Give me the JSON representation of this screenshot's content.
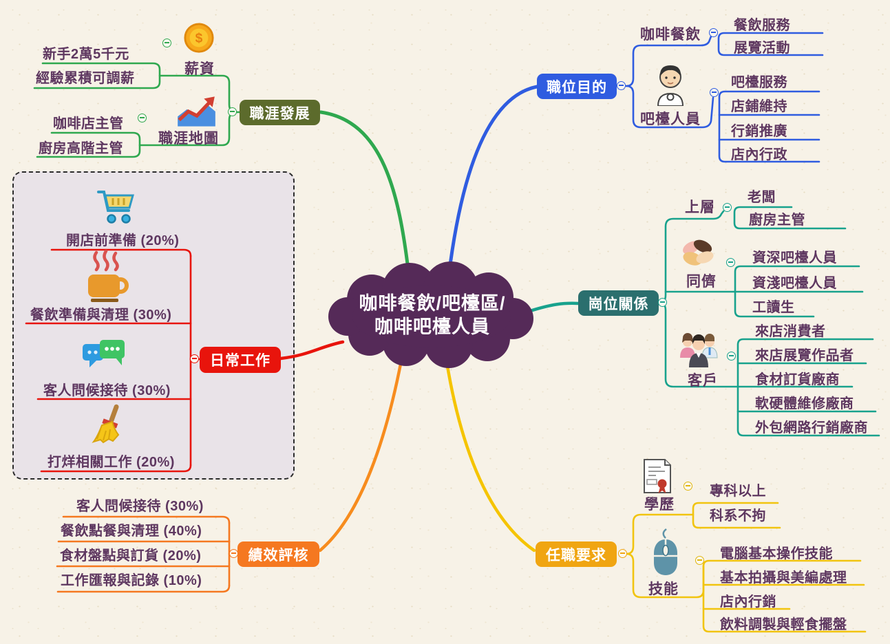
{
  "center": {
    "line1": "咖啡餐飲/吧檯區/",
    "line2": "咖啡吧檯人員"
  },
  "career": {
    "label": "職涯發展",
    "salary": {
      "label": "薪資",
      "icon": "coin-icon",
      "items": [
        "新手2萬5千元",
        "經驗累積可調薪"
      ]
    },
    "map": {
      "label": "職涯地圖",
      "icon": "trend-chart-icon",
      "items": [
        "咖啡店主管",
        "廚房高階主管"
      ]
    }
  },
  "purpose": {
    "label": "職位目的",
    "coffee": {
      "label": "咖啡餐飲",
      "items": [
        "餐飲服務",
        "展覽活動"
      ]
    },
    "bar": {
      "label": "吧檯人員",
      "icon": "person-icon",
      "items": [
        "吧檯服務",
        "店鋪維持",
        "行銷推廣",
        "店內行政"
      ]
    }
  },
  "daily": {
    "label": "日常工作",
    "items": [
      {
        "text": "開店前準備 (20%)",
        "icon": "cart-icon"
      },
      {
        "text": "餐飲準備與清理 (30%)",
        "icon": "coffee-cup-icon"
      },
      {
        "text": "客人問候接待 (30%)",
        "icon": "chat-icon"
      },
      {
        "text": "打烊相關工作 (20%)",
        "icon": "broom-icon"
      }
    ]
  },
  "relations": {
    "label": "崗位關係",
    "upper": {
      "label": "上層",
      "items": [
        "老闆",
        "廚房主管"
      ]
    },
    "peers": {
      "label": "同儕",
      "icon": "hands-icon",
      "items": [
        "資深吧檯人員",
        "資淺吧檯人員",
        "工讀生"
      ]
    },
    "customers": {
      "label": "客戶",
      "icon": "people-icon",
      "items": [
        "來店消費者",
        "來店展覽作品者",
        "食材訂貨廠商",
        "軟硬體維修廠商",
        "外包網路行銷廠商"
      ]
    }
  },
  "performance": {
    "label": "績效評核",
    "items": [
      "客人問候接待 (30%)",
      "餐飲點餐與清理 (40%)",
      "食材盤點與訂貨 (20%)",
      "工作匯報與記錄 (10%)"
    ]
  },
  "requirements": {
    "label": "任職要求",
    "education": {
      "label": "學歷",
      "icon": "certificate-icon",
      "items": [
        "專科以上",
        "科系不拘"
      ]
    },
    "skills": {
      "label": "技能",
      "icon": "mouse-icon",
      "items": [
        "電腦基本操作技能",
        "基本拍攝與美編處理",
        "店內行銷",
        "飲料調製與輕食擺盤"
      ]
    }
  },
  "colors": {
    "center_fill": "#552a58",
    "career_label_bg": "#5c6b2c",
    "career_line": "#2fa84f",
    "purpose_label_bg": "#2f5ce0",
    "purpose_line": "#2f5ce0",
    "daily_label_bg": "#e8140c",
    "daily_line": "#e8140c",
    "relations_label_bg": "#2b6f6e",
    "relations_line": "#18a28d",
    "performance_label_bg": "#f57820",
    "performance_line": "#f57820",
    "requirements_label_bg": "#f0a512",
    "requirements_line": "#f1c40f",
    "text_color": "#5e3760"
  }
}
